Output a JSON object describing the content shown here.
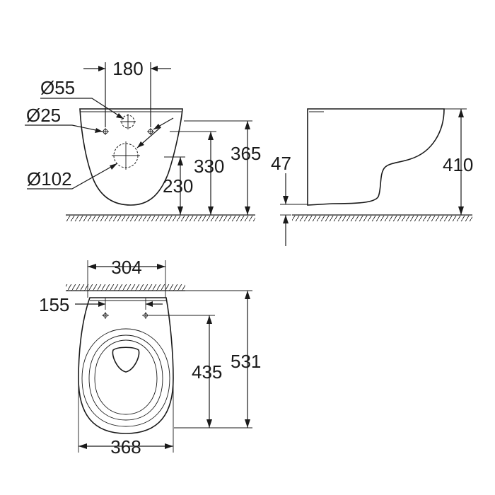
{
  "dimensions": {
    "hole_spacing_top": "180",
    "dia_55": "Ø55",
    "dia_25": "Ø25",
    "dia_102": "Ø102",
    "height_230": "230",
    "height_330": "330",
    "height_365": "365",
    "side_47": "47",
    "side_410": "410",
    "width_304": "304",
    "hole_spacing_plan": "155",
    "length_435": "435",
    "length_531": "531",
    "width_368": "368"
  }
}
